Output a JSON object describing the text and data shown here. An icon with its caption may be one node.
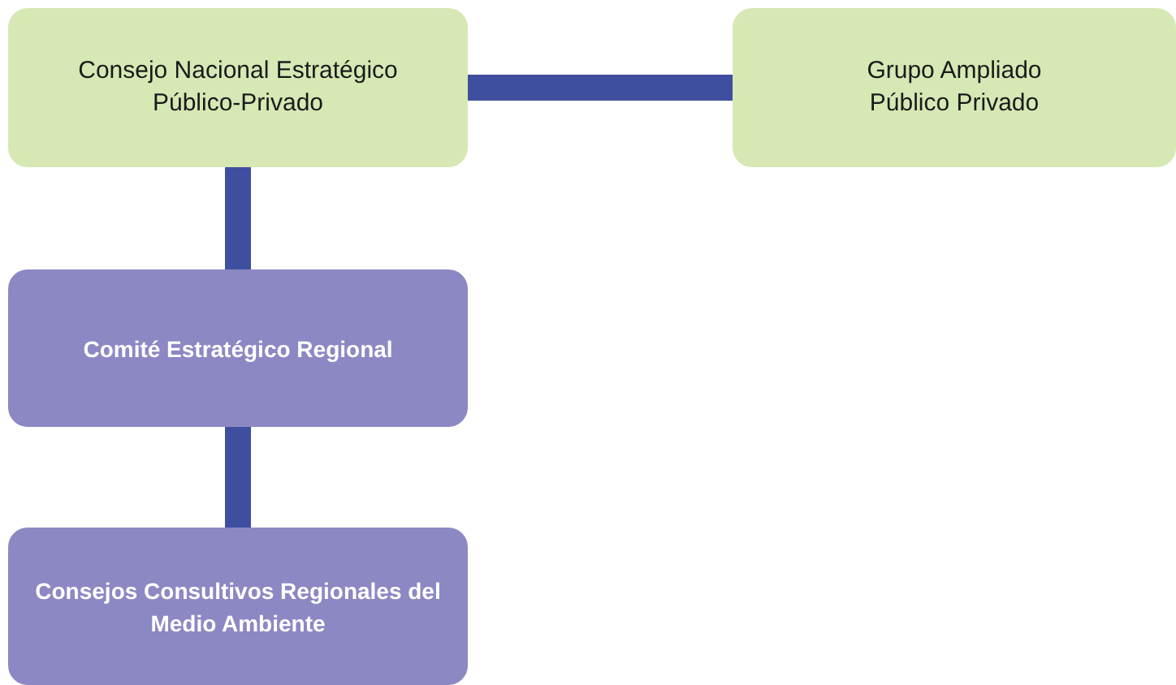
{
  "diagram": {
    "nodes": [
      {
        "text": [
          "Consejo Nacional Estratégico Público-Privado"
        ]
      },
      {
        "text": [
          "Grupo Ampliado Público Privado"
        ]
      },
      {
        "text": [
          "Comité Estratégico Regional"
        ]
      },
      {
        "text": [
          "Consejos Consultivos Regionales del Medio Ambiente"
        ]
      }
    ],
    "edges": [
      {
        "from": 0,
        "to": 1,
        "arrow": "none"
      },
      {
        "from": 0,
        "to": 2,
        "arrow": "none"
      },
      {
        "from": 2,
        "to": 3,
        "arrow": "none"
      }
    ]
  }
}
